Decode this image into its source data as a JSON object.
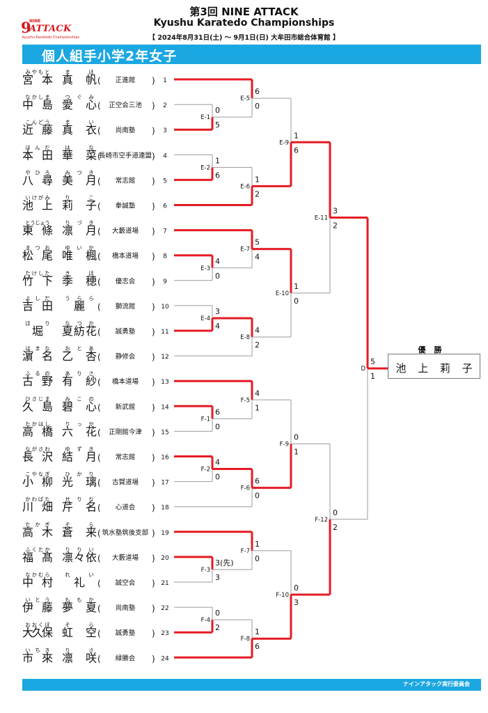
{
  "header": {
    "title1": "第3回 NINE ATTACK",
    "title2": "Kyushu Karatedo Championships",
    "subtitle": "【 2024年8月31日(土) ～ 9月1日(日)  大牟田市総合体育館 】",
    "logo_number": "9",
    "logo_small": "NINE",
    "logo_word": "ATTACK",
    "logo_sub": "Kyushu Karatedo Championships"
  },
  "division": "個人組手小学2年女子",
  "champion": {
    "label": "優勝",
    "name": [
      "池",
      "上",
      "莉",
      "子"
    ]
  },
  "footer": "ナインアタック実行委員会",
  "colors": {
    "band": "#1ba7e1",
    "win_line": "#e51b24",
    "line": "#9a9a9a"
  },
  "entries": [
    {
      "no": "1",
      "family": "宮本",
      "given": "真帆",
      "ruby_family": "みやもと",
      "ruby_given": "まほ",
      "club": "正進館"
    },
    {
      "no": "2",
      "family": "中島",
      "given": "愛心",
      "ruby_family": "なかしま",
      "ruby_given": "つぐみ",
      "club": "正空会三池"
    },
    {
      "no": "3",
      "family": "近藤",
      "given": "真衣",
      "ruby_family": "こんどう",
      "ruby_given": "まい",
      "club": "尚南塾"
    },
    {
      "no": "4",
      "family": "本田",
      "given": "華菜",
      "ruby_family": "ほんだ",
      "ruby_given": "はな",
      "club": "長崎市空手道連盟"
    },
    {
      "no": "5",
      "family": "八尋",
      "given": "美月",
      "ruby_family": "やひろ",
      "ruby_given": "みつき",
      "club": "常志館"
    },
    {
      "no": "6",
      "family": "池上",
      "given": "莉子",
      "ruby_family": "いけがみ",
      "ruby_given": "りこ",
      "club": "拳誠塾"
    },
    {
      "no": "7",
      "family": "東條",
      "given": "凛月",
      "ruby_family": "とうじょう",
      "ruby_given": "りづき",
      "club": "大藪道場"
    },
    {
      "no": "8",
      "family": "松尾",
      "given": "唯楓",
      "ruby_family": "まつお",
      "ruby_given": "ゆいか",
      "club": "橋本道場"
    },
    {
      "no": "9",
      "family": "竹下",
      "given": "季穂",
      "ruby_family": "たけした",
      "ruby_given": "きほ",
      "club": "優志会"
    },
    {
      "no": "10",
      "family": "吉田",
      "given": "麗",
      "ruby_family": "よしだ",
      "ruby_given": "うらら",
      "club": "獅流館"
    },
    {
      "no": "11",
      "family": "堀",
      "given": "夏紡花",
      "ruby_family": "ほり",
      "ruby_given": "なつか",
      "club": "誠勇塾"
    },
    {
      "no": "12",
      "family": "濵名",
      "given": "乙杏",
      "ruby_family": "はまな",
      "ruby_given": "おとあ",
      "club": "静修会"
    },
    {
      "no": "13",
      "family": "古野",
      "given": "有紗",
      "ruby_family": "ふるの",
      "ruby_given": "ありさ",
      "club": "橋本道場"
    },
    {
      "no": "14",
      "family": "久島",
      "given": "碧心",
      "ruby_family": "ひさじま",
      "ruby_given": "みこの",
      "club": "新武館"
    },
    {
      "no": "15",
      "family": "高橋",
      "given": "六花",
      "ruby_family": "たかはし",
      "ruby_given": "りっか",
      "club": "正剛館今津"
    },
    {
      "no": "16",
      "family": "長沢",
      "given": "結月",
      "ruby_family": "ながさわ",
      "ruby_given": "ゆずき",
      "club": "常志館"
    },
    {
      "no": "17",
      "family": "小柳",
      "given": "光璃",
      "ruby_family": "こやなぎ",
      "ruby_given": "ひかり",
      "club": "古賀道場"
    },
    {
      "no": "18",
      "family": "川畑",
      "given": "芹名",
      "ruby_family": "かわばた",
      "ruby_given": "せりな",
      "club": "心道会"
    },
    {
      "no": "19",
      "family": "高木",
      "given": "蒼来",
      "ruby_family": "たかぎ",
      "ruby_given": "そら",
      "club": "筑水塾筑後支部"
    },
    {
      "no": "20",
      "family": "福髙",
      "given": "凛々依",
      "ruby_family": "ふくたか",
      "ruby_given": "りりい",
      "club": "大藪道場"
    },
    {
      "no": "21",
      "family": "中村",
      "given": "礼",
      "ruby_family": "なかむら",
      "ruby_given": "れい",
      "club": "誠空会"
    },
    {
      "no": "22",
      "family": "伊藤",
      "given": "夢夏",
      "ruby_family": "いとう",
      "ruby_given": "ももか",
      "club": "尚南塾"
    },
    {
      "no": "23",
      "family": "大久保",
      "given": "虹空",
      "ruby_family": "おおくぼ",
      "ruby_given": "そら",
      "club": "誠勇塾"
    },
    {
      "no": "24",
      "family": "市來",
      "given": "凛咲",
      "ruby_family": "いちき",
      "ruby_given": "りさ",
      "club": "緑勝会"
    }
  ],
  "matches": [
    {
      "id": "E-1",
      "top_score": "0",
      "bottom_score": "5",
      "winner": "bottom"
    },
    {
      "id": "E-2",
      "top_score": "1",
      "bottom_score": "6",
      "winner": "bottom"
    },
    {
      "id": "E-3",
      "top_score": "4",
      "bottom_score": "0",
      "winner": "top"
    },
    {
      "id": "E-4",
      "top_score": "3",
      "bottom_score": "4",
      "winner": "bottom"
    },
    {
      "id": "E-5",
      "top_score": "6",
      "bottom_score": "0",
      "winner": "top"
    },
    {
      "id": "E-6",
      "top_score": "1",
      "bottom_score": "2",
      "winner": "bottom"
    },
    {
      "id": "E-7",
      "top_score": "5",
      "bottom_score": "4",
      "winner": "top"
    },
    {
      "id": "E-8",
      "top_score": "4",
      "bottom_score": "2",
      "winner": "top"
    },
    {
      "id": "E-9",
      "top_score": "1",
      "bottom_score": "6",
      "winner": "bottom"
    },
    {
      "id": "E-10",
      "top_score": "1",
      "bottom_score": "0",
      "winner": "top"
    },
    {
      "id": "E-11",
      "top_score": "3",
      "bottom_score": "2",
      "winner": "top"
    },
    {
      "id": "F-1",
      "top_score": "6",
      "bottom_score": "0",
      "winner": "top"
    },
    {
      "id": "F-2",
      "top_score": "4",
      "bottom_score": "0",
      "winner": "top"
    },
    {
      "id": "F-3",
      "top_score": "3(先)",
      "bottom_score": "3",
      "winner": "top"
    },
    {
      "id": "F-4",
      "top_score": "0",
      "bottom_score": "2",
      "winner": "bottom"
    },
    {
      "id": "F-5",
      "top_score": "4",
      "bottom_score": "1",
      "winner": "top"
    },
    {
      "id": "F-6",
      "top_score": "6",
      "bottom_score": "0",
      "winner": "top"
    },
    {
      "id": "F-7",
      "top_score": "1",
      "bottom_score": "0",
      "winner": "top"
    },
    {
      "id": "F-8",
      "top_score": "1",
      "bottom_score": "6",
      "winner": "bottom"
    },
    {
      "id": "F-9",
      "top_score": "0",
      "bottom_score": "1",
      "winner": "bottom"
    },
    {
      "id": "F-10",
      "top_score": "0",
      "bottom_score": "3",
      "winner": "bottom"
    },
    {
      "id": "F-12",
      "top_score": "0",
      "bottom_score": "2",
      "winner": "bottom"
    },
    {
      "id": "D",
      "top_score": "5",
      "bottom_score": "1",
      "winner": "top"
    }
  ]
}
